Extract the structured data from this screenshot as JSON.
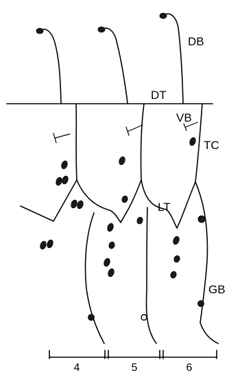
{
  "labels": {
    "db": "DB",
    "dt": "DT",
    "vb": "VB",
    "tc": "TC",
    "lt": "LT",
    "gb": "GB"
  },
  "scale_bar": {
    "segments": [
      "4",
      "5",
      "6"
    ]
  },
  "colors": {
    "ink": "#000000",
    "background": "#ffffff"
  }
}
